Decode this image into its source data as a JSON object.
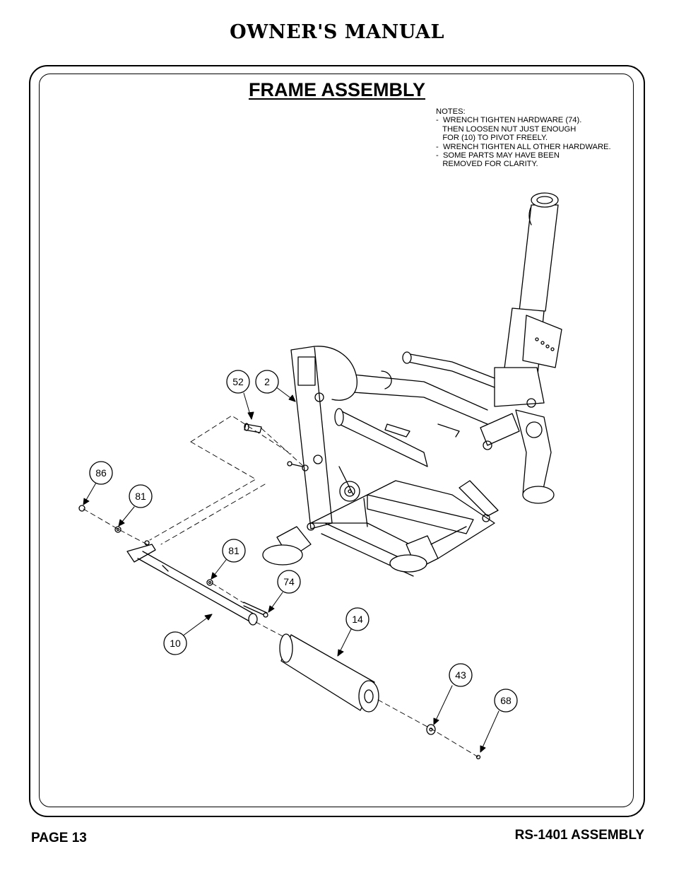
{
  "header": {
    "title": "OWNER'S MANUAL"
  },
  "section": {
    "title": "FRAME ASSEMBLY"
  },
  "notes": {
    "heading": "NOTES:",
    "lines": [
      "-  WRENCH TIGHTEN HARDWARE (74).",
      "   THEN LOOSEN NUT JUST ENOUGH",
      "   FOR (10) TO PIVOT FREELY.",
      "-  WRENCH TIGHTEN ALL OTHER HARDWARE.",
      "-  SOME PARTS MAY HAVE BEEN",
      "   REMOVED FOR CLARITY."
    ]
  },
  "callouts": {
    "c52": "52",
    "c2": "2",
    "c86": "86",
    "c81a": "81",
    "c81b": "81",
    "c74": "74",
    "c14": "14",
    "c10": "10",
    "c43": "43",
    "c68": "68"
  },
  "footer": {
    "page": "PAGE 13",
    "model": "RS-1401 ASSEMBLY"
  }
}
